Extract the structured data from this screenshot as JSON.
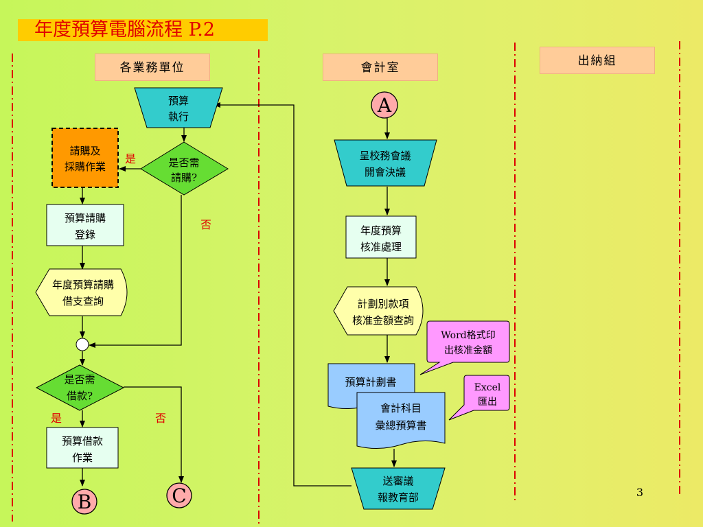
{
  "title": "年度預算電腦流程 P.2",
  "headers": {
    "units": "各業務單位",
    "accounting": "會計室",
    "cashier": "出納組"
  },
  "nodes": {
    "budget_exec": [
      "預算",
      "執行"
    ],
    "purchase_q": [
      "是否需",
      "請購?"
    ],
    "purchase_work": [
      "請購及",
      "採購作業"
    ],
    "purchase_reg": [
      "預算請購",
      "登錄"
    ],
    "purchase_query": [
      "年度預算請購",
      "借支查詢"
    ],
    "loan_q": [
      "是否需",
      "借款?"
    ],
    "loan_work": [
      "預算借款",
      "作業"
    ],
    "council": [
      "呈校務會議",
      "開會決議"
    ],
    "approve": [
      "年度預算",
      "核准處理"
    ],
    "plan_query": [
      "計劃別款項",
      "核准金額查詢"
    ],
    "plan_book": [
      "預算計劃書"
    ],
    "summary_book": [
      "會計科目",
      "彙總預算書"
    ],
    "send": [
      "送審議",
      "報教育部"
    ]
  },
  "callouts": {
    "word": [
      "Word格式印",
      "出核准金額"
    ],
    "excel": [
      "Excel",
      "匯出"
    ]
  },
  "labels": {
    "yes1": "是",
    "no1": "否",
    "yes2": "是",
    "no2": "否"
  },
  "connectors": {
    "a": "A",
    "b": "B",
    "c": "C"
  },
  "page_number": "3",
  "colors": {
    "title_bg": "#ffcc00",
    "title_text": "#e00000",
    "header_bg": "#ffcc99",
    "teal": "#33cccc",
    "diamond": "#66dd33",
    "orange": "#ff9900",
    "white_box": "#e6fff0",
    "yellow_hex": "#ffffaa",
    "doc_blue": "#99ccff",
    "callout_pink": "#ff99ff",
    "connector_pink": "#ffaaaa",
    "divider_red": "#dd0000"
  }
}
